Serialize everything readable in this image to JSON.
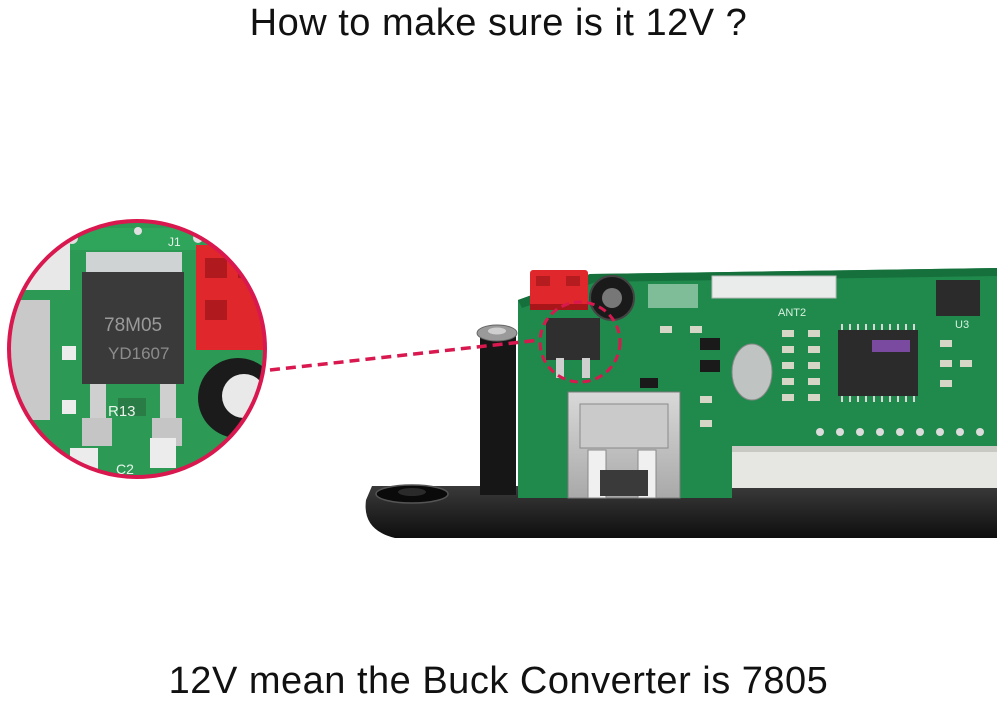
{
  "headline": "How to make sure is it 12V ?",
  "footer_caption": "12V mean the Buck Converter is 7805",
  "chip_marking_line1": "78M05",
  "chip_marking_line2": "YD1607",
  "silkscreen_r13": "R13",
  "silkscreen_c2": "C2",
  "silkscreen_j1": "J1",
  "silkscreen_ant2": "ANT2",
  "silkscreen_u3": "U3",
  "colors": {
    "pcb_green": "#1f8a4c",
    "highlight_red": "#d8184e",
    "connector_red": "#e0282c",
    "panel_black": "#1c1c1c",
    "chip_black": "#3a3a3a"
  }
}
